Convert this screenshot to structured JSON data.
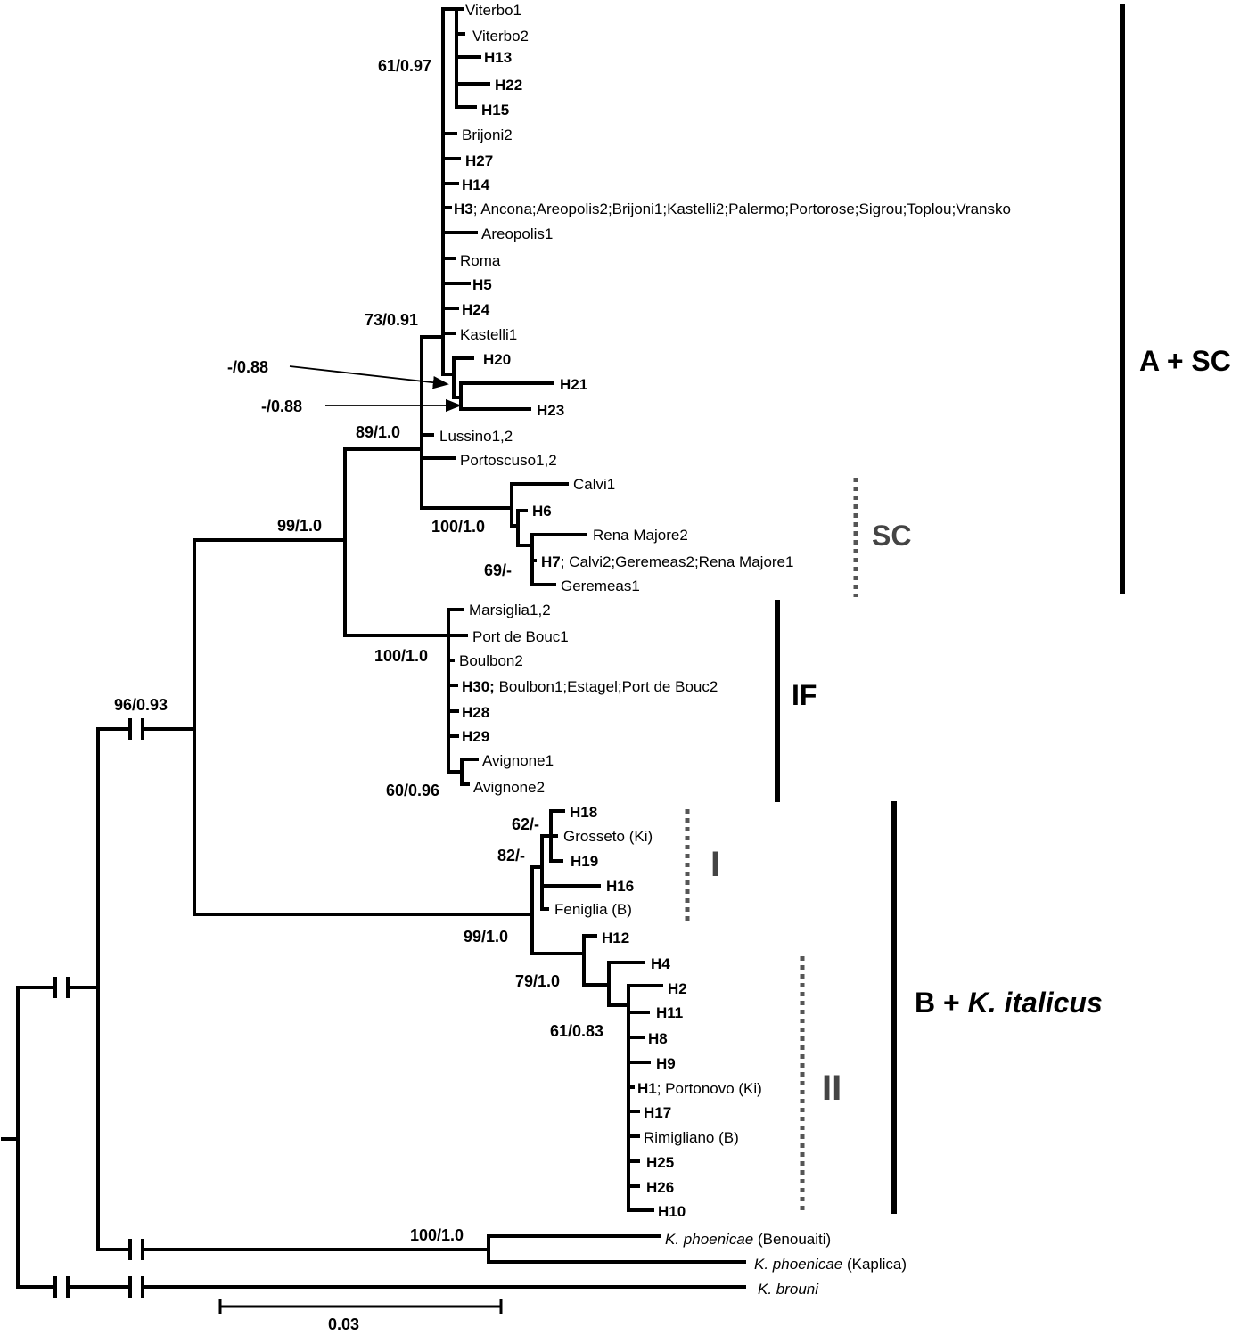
{
  "tips": [
    {
      "id": "viterbo1",
      "name": "Viterbo1",
      "rest": ""
    },
    {
      "id": "viterbo2",
      "name": "Viterbo2",
      "rest": ""
    },
    {
      "id": "h13",
      "name": "H13",
      "rest": "",
      "bold": true
    },
    {
      "id": "h22",
      "name": "H22",
      "rest": "",
      "bold": true
    },
    {
      "id": "h15",
      "name": "H15",
      "rest": "",
      "bold": true
    },
    {
      "id": "brijoni2",
      "name": "Brijoni2",
      "rest": ""
    },
    {
      "id": "h27",
      "name": "H27",
      "rest": "",
      "bold": true
    },
    {
      "id": "h14",
      "name": "H14",
      "rest": "",
      "bold": true
    },
    {
      "id": "h3",
      "name": "H3",
      "rest": "; Ancona;Areopolis2;Brijoni1;Kastelli2;Palermo;Portorose;Sigrou;Toplou;Vransko",
      "bold": true
    },
    {
      "id": "areopolis1",
      "name": "Areopolis1",
      "rest": ""
    },
    {
      "id": "roma",
      "name": "Roma",
      "rest": ""
    },
    {
      "id": "h5",
      "name": "H5",
      "rest": "",
      "bold": true
    },
    {
      "id": "h24",
      "name": "H24",
      "rest": "",
      "bold": true
    },
    {
      "id": "kastelli1",
      "name": "Kastelli1",
      "rest": ""
    },
    {
      "id": "h20",
      "name": "H20",
      "rest": "",
      "bold": true
    },
    {
      "id": "h21",
      "name": "H21",
      "rest": "",
      "bold": true
    },
    {
      "id": "h23",
      "name": "H23",
      "rest": "",
      "bold": true
    },
    {
      "id": "lussino",
      "name": "Lussino1,2",
      "rest": ""
    },
    {
      "id": "portoscuso",
      "name": "Portoscuso1,2",
      "rest": ""
    },
    {
      "id": "calvi1",
      "name": "Calvi1",
      "rest": ""
    },
    {
      "id": "h6",
      "name": "H6",
      "rest": "",
      "bold": true
    },
    {
      "id": "renamajore2",
      "name": "Rena Majore2",
      "rest": ""
    },
    {
      "id": "h7",
      "name": "H7",
      "rest": "; Calvi2;Geremeas2;Rena Majore1",
      "bold": true
    },
    {
      "id": "geremeas1",
      "name": "Geremeas1",
      "rest": ""
    },
    {
      "id": "marsiglia",
      "name": "Marsiglia1,2",
      "rest": ""
    },
    {
      "id": "portdebouc1",
      "name": "Port de Bouc1",
      "rest": ""
    },
    {
      "id": "boulbon2",
      "name": "Boulbon2",
      "rest": ""
    },
    {
      "id": "h30",
      "name": "H30;",
      "rest": " Boulbon1;Estagel;Port de Bouc2",
      "bold": true
    },
    {
      "id": "h28",
      "name": "H28",
      "rest": "",
      "bold": true
    },
    {
      "id": "h29",
      "name": "H29",
      "rest": "",
      "bold": true
    },
    {
      "id": "avignone1",
      "name": "Avignone1",
      "rest": ""
    },
    {
      "id": "avignone2",
      "name": "Avignone2",
      "rest": ""
    },
    {
      "id": "h18",
      "name": "H18",
      "rest": "",
      "bold": true
    },
    {
      "id": "grosseto",
      "name": "Grosseto (Ki)",
      "rest": ""
    },
    {
      "id": "h19",
      "name": "H19",
      "rest": "",
      "bold": true
    },
    {
      "id": "h16",
      "name": "H16",
      "rest": "",
      "bold": true
    },
    {
      "id": "feniglia",
      "name": "Feniglia (B)",
      "rest": ""
    },
    {
      "id": "h12",
      "name": "H12",
      "rest": "",
      "bold": true
    },
    {
      "id": "h4",
      "name": "H4",
      "rest": "",
      "bold": true
    },
    {
      "id": "h2",
      "name": "H2",
      "rest": "",
      "bold": true
    },
    {
      "id": "h11",
      "name": "H11",
      "rest": "",
      "bold": true
    },
    {
      "id": "h8",
      "name": "H8",
      "rest": "",
      "bold": true
    },
    {
      "id": "h9",
      "name": "H9",
      "rest": "",
      "bold": true
    },
    {
      "id": "h1",
      "name": "H1",
      "rest": "; Portonovo (Ki)",
      "bold": true
    },
    {
      "id": "h17",
      "name": "H17",
      "rest": "",
      "bold": true
    },
    {
      "id": "rimigliano",
      "name": "Rimigliano (B)",
      "rest": ""
    },
    {
      "id": "h25",
      "name": "H25",
      "rest": "",
      "bold": true
    },
    {
      "id": "h26",
      "name": "H26",
      "rest": "",
      "bold": true
    },
    {
      "id": "h10",
      "name": "H10",
      "rest": "",
      "bold": true
    },
    {
      "id": "kphoen_ben",
      "name": "K. phoenicae",
      "rest": " (Benouaiti)",
      "italic": true
    },
    {
      "id": "kphoen_kap",
      "name": "K. phoenicae",
      "rest": " (Kaplica)",
      "italic": true
    },
    {
      "id": "kbrouni",
      "name": "K. brouni",
      "rest": "",
      "italic": true
    }
  ],
  "supports": {
    "s61_097": "61/0.97",
    "s73_091": "73/0.91",
    "s088a": "-/0.88",
    "s088b": "-/0.88",
    "s89_10": "89/1.0",
    "s99_10a": "99/1.0",
    "s100_10a": "100/1.0",
    "s69": "69/-",
    "s100_10b": "100/1.0",
    "s60_096": "60/0.96",
    "s96_093": "96/0.93",
    "s62": "62/-",
    "s82": "82/-",
    "s99_10b": "99/1.0",
    "s79_10": "79/1.0",
    "s61_083": "61/0.83",
    "s100_10c": "100/1.0"
  },
  "clades": {
    "asc": "A + SC",
    "sc": "SC",
    "if": "IF",
    "i": "I",
    "ii": "II",
    "b_prefix": "B + ",
    "b_italic": "K. italicus"
  },
  "scale_label": "0.03"
}
